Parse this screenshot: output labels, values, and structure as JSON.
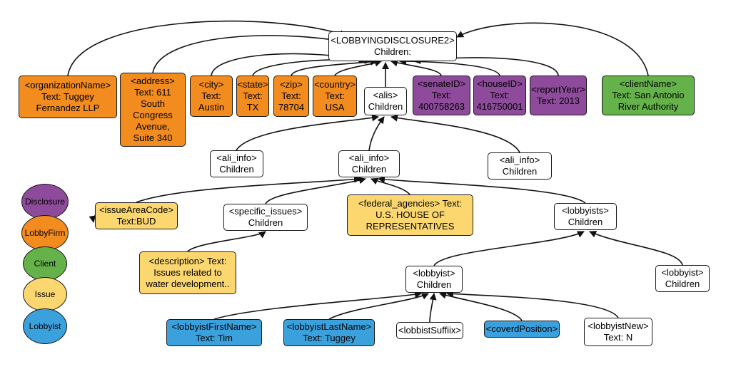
{
  "colors": {
    "lobbyfirm": "#f28c1e",
    "disclosure": "#8e4a9b",
    "client": "#66b24a",
    "issue": "#fcd770",
    "lobbyist": "#3ba1dd",
    "plain": "#ffffff"
  },
  "nodes": {
    "root": "<LOBBYINGDISCLOSURE2>\nChildren:",
    "organization": "<organizationName>\nText: Tuggey\nFernandez LLP",
    "address": "<address>\nText: 611\nSouth\nCongress\nAvenue,\nSuite 340",
    "city": "<city>\nText:\nAustin",
    "state": "<state>\nText:\nTX",
    "zip": "<zip>\nText:\n78704",
    "country": "<country>\nText:\nUSA",
    "alis": "<alis>\nChildren",
    "senate": "<senateID>\nText:\n400758263",
    "house": "<houseID>\nText:\n416750001",
    "year": "<reportYear>\nText: 2013",
    "client": "<clientName>\nText: San Antonio\nRiver Authority",
    "ali_left": "<ali_info>\nChildren",
    "ali_center": "<ali_info>\nChildren",
    "ali_right": "<ali_info>\nChildren",
    "issue_area": "<issueAreaCode>\nText:BUD",
    "specific": "<specific_issues>\nChildren",
    "federal": "<federal_agencies> Text:\nU.S. HOUSE OF\nREPRESENTATIVES",
    "lobbyists": "<lobbyists>\nChildren",
    "description": "<description> Text:\nIssues related to\nwater development..",
    "lobbyist_main": "<lobbyist>\nChildren",
    "lobbyist_right": "<lobbyist>\nChildren",
    "first": "<lobbyistFirstName>\nText: Tim",
    "last": "<lobbyistLastName>\nText: Tuggey",
    "suffix": "<lobbistSuffiix>",
    "covered": "<coverdPosition>",
    "new": "<lobbyistNew>\nText: N"
  },
  "legend": {
    "disclosure": "Disclosure",
    "lobbyfirm": "LobbyFirm",
    "client": "Client",
    "issue": "Issue",
    "lobbyist": "Lobbyist"
  }
}
